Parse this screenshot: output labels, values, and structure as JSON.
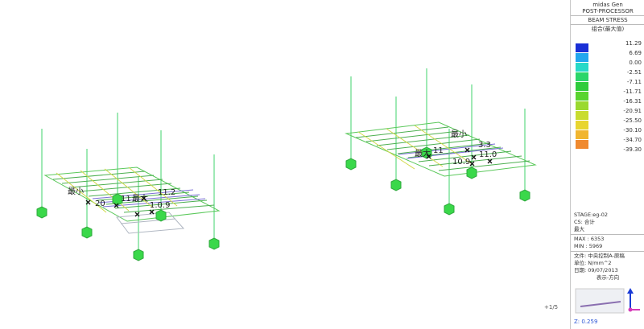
{
  "panel": {
    "program": "midas Gen",
    "module": "POST-PROCESSOR",
    "result_type": "BEAM STRESS",
    "component": "组合(最大值)",
    "legend": {
      "values": [
        "11.29",
        "6.69",
        "0.00",
        "-2.51",
        "-7.11",
        "-11.71",
        "-16.31",
        "-20.91",
        "-25.50",
        "-30.10",
        "-34.70",
        "-39.30"
      ],
      "colors": [
        "#1a2fd6",
        "#22a6ee",
        "#27d9c8",
        "#2bd66a",
        "#2ecc3c",
        "#5ad42f",
        "#9ad92f",
        "#c9dc2f",
        "#e8d52f",
        "#f1b52f",
        "#f08a2f",
        "#ea4a24"
      ]
    },
    "stage": "STAGE:eg-02",
    "cs": "CS: 合计",
    "cs2": "最大",
    "max": "MAX : 6353",
    "min": "MIN : 5969",
    "file": "文件: 中央控制A-原稿",
    "unit": "单位: N/mm^2",
    "date": "日期: 09/07/2013",
    "view_label": "表示-方向",
    "zoom": "Z: 0.259"
  },
  "viewport": {
    "left_model": {
      "min_label": "最小",
      "max_label": "最大",
      "value1": "11.2",
      "value2": "1.0.9",
      "value3": "11",
      "value4": "20"
    },
    "right_model": {
      "min_label": "最小",
      "max_label": "最大",
      "value1": "11",
      "value2": "3.3",
      "value3": "10.9",
      "value4": "11.0"
    },
    "cursor_text": "+1/5"
  }
}
